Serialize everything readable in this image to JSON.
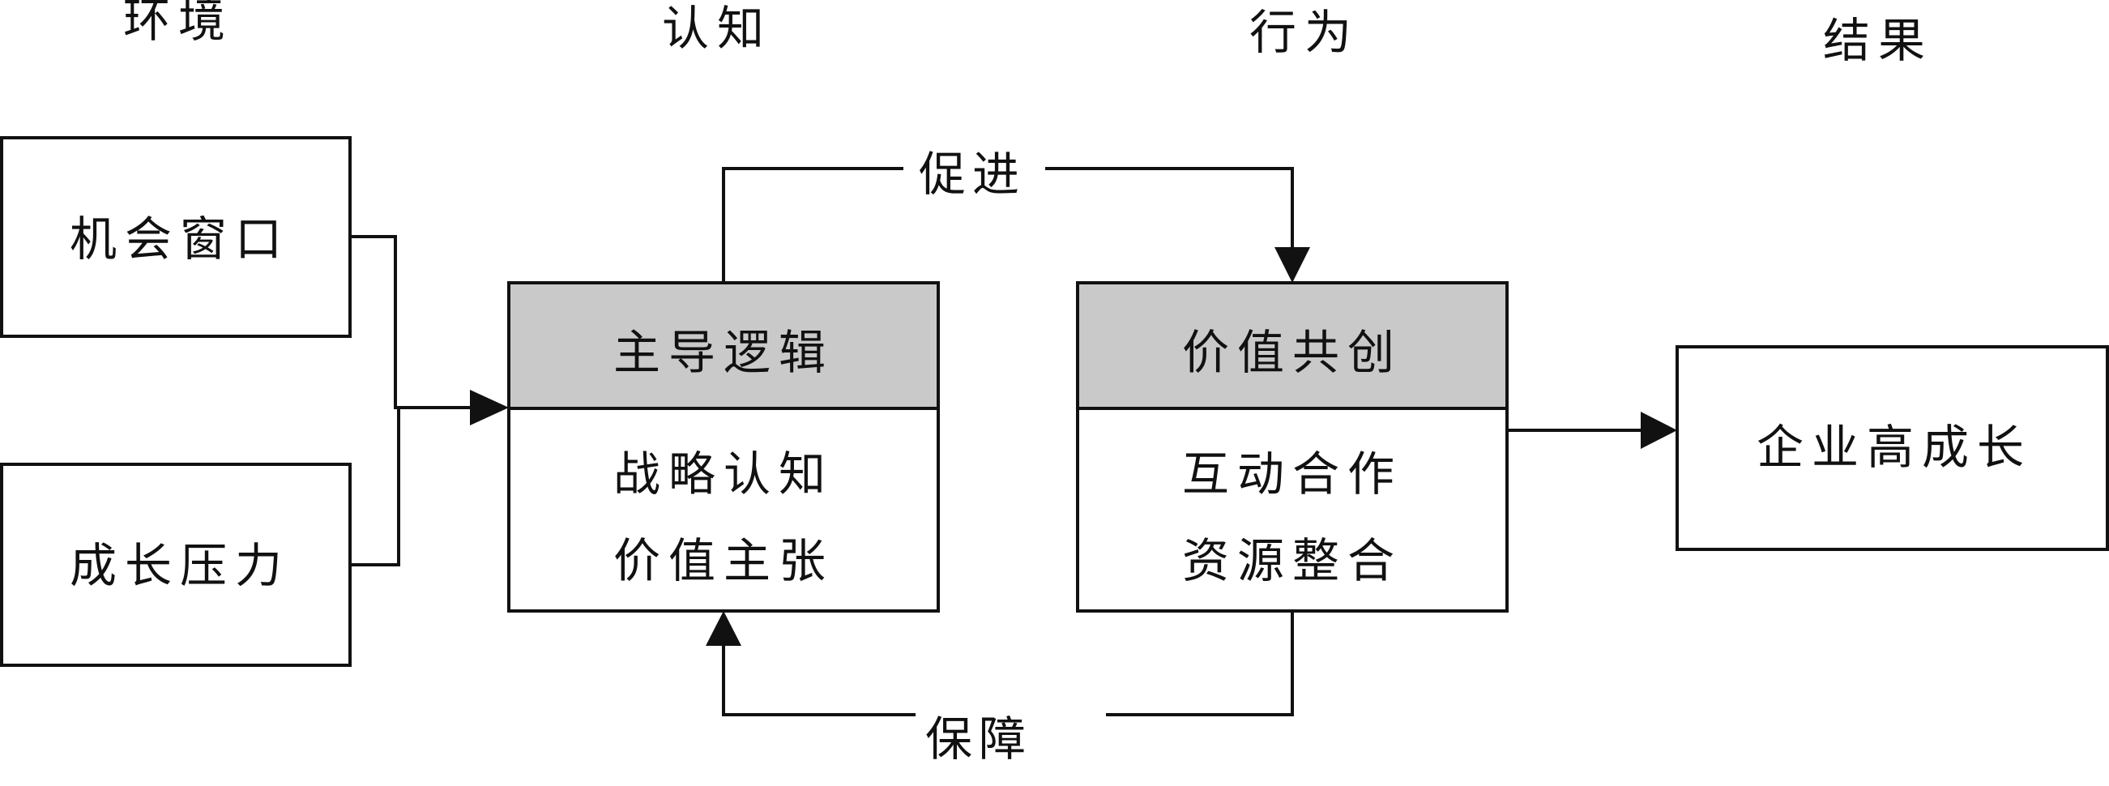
{
  "columns": {
    "environment": "环境",
    "cognition": "认知",
    "behavior": "行为",
    "result": "结果"
  },
  "boxes": {
    "opportunity_window": "机会窗口",
    "growth_pressure": "成长压力",
    "dominant_logic": {
      "header": "主导逻辑",
      "items": [
        "战略认知",
        "价值主张"
      ]
    },
    "value_cocreation": {
      "header": "价值共创",
      "items": [
        "互动合作",
        "资源整合"
      ]
    },
    "enterprise_growth": "企业高成长"
  },
  "connectors": {
    "promote": "促进",
    "guarantee": "保障"
  }
}
